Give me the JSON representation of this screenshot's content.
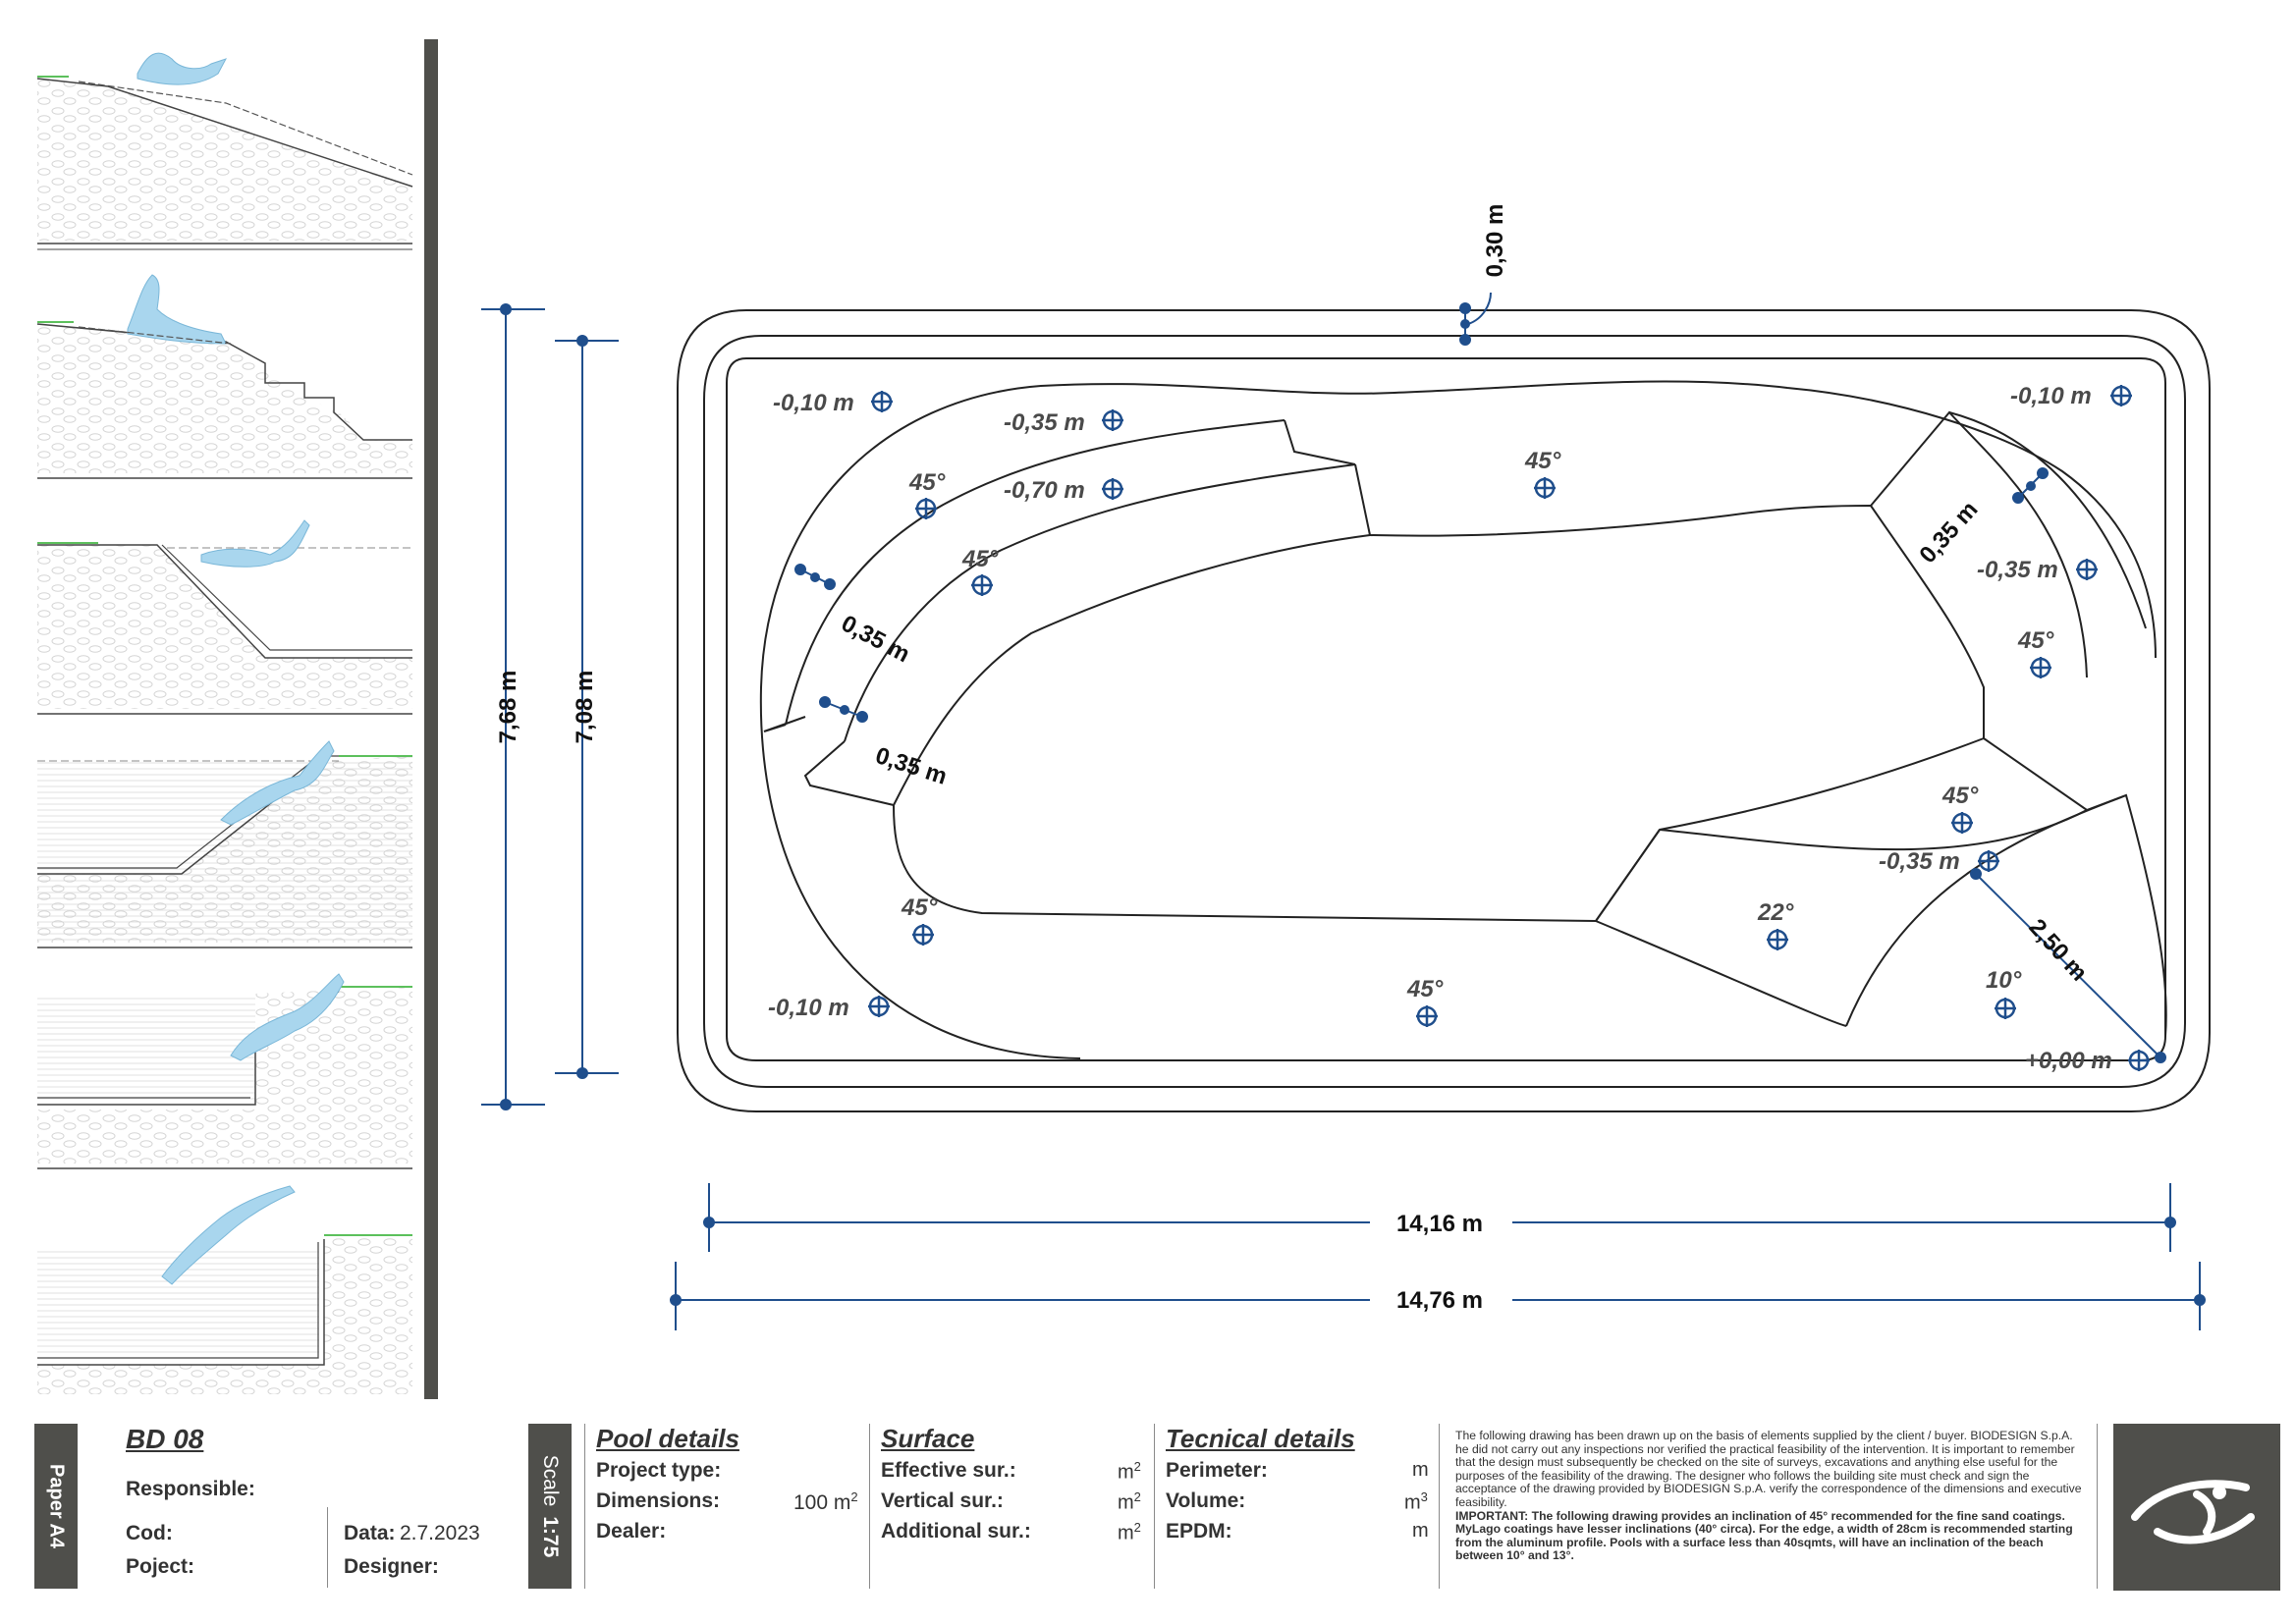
{
  "drawing": {
    "dims": {
      "height_outer": "7,68 m",
      "height_inner": "7,08 m",
      "width_inner": "14,16 m",
      "width_outer": "14,76 m",
      "top_edge": "0,30 m"
    },
    "levels": {
      "tl": "-0,10 m",
      "steps_top": "-0,35 m",
      "steps_mid": "-0,70 m",
      "tr": "-0,10 m",
      "right_mid": "-0,35 m",
      "bl": "-0,10 m",
      "beach_step": "-0,35 m",
      "beach_edge": "+0,00 m"
    },
    "angles": {
      "a1": "45°",
      "a2": "45°",
      "a3": "45°",
      "a4": "45°",
      "a5": "45°",
      "a6": "45°",
      "a7": "45°",
      "a8": "22°",
      "a9": "10°"
    },
    "step_widths": {
      "left_upper": "0,35 m",
      "left_lower": "0,35 m",
      "right_top": "0,35 m",
      "beach_len": "2,50 m"
    }
  },
  "titleblock": {
    "paper": "Paper A4",
    "scale_label": "Scale",
    "scale_value": "1:75",
    "code": "BD 08",
    "responsible_label": "Responsible:",
    "cod_label": "Cod:",
    "project_label": "Poject:",
    "date_label": "Data:",
    "date_value": "2.7.2023",
    "designer_label": "Designer:",
    "pool_details": {
      "title": "Pool details",
      "project_type_label": "Project type:",
      "dimensions_label": "Dimensions:",
      "dimensions_value": "100 m",
      "dimensions_sup": "2",
      "dealer_label": "Dealer:"
    },
    "surface": {
      "title": "Surface",
      "effective_label": "Effective sur.:",
      "vertical_label": "Vertical sur.:",
      "additional_label": "Additional sur.:",
      "unit": "m",
      "unit_sup": "2"
    },
    "technical": {
      "title": "Tecnical details",
      "perimeter_label": "Perimeter:",
      "perimeter_unit": "m",
      "volume_label": "Volume:",
      "volume_unit": "m",
      "volume_sup": "3",
      "epdm_label": "EPDM:",
      "epdm_unit": "m"
    },
    "disclaimer": {
      "p1": "The following drawing has been drawn up on the basis of elements supplied by the client / buyer. BIODESIGN S.p.A. he did not carry out any inspections nor verified the practical feasibility of the intervention. It is important to remember that the design must subsequently be checked on the site of surveys, excavations and anything else useful for the purposes of the feasibility of the drawing. The designer who follows the building site must check and sign the acceptance of the drawing provided by BIODESIGN S.p.A. verify the correspondence of the dimensions and executive feasibility.",
      "p2": "IMPORTANT: The following drawing provides an inclination of 45° recommended for the fine sand coatings. MyLago coatings have lesser inclinations (40° circa). For the edge, a width of 28cm is recommended starting from the aluminum profile. Pools with a surface less than 40sqmts, will have an inclination of the beach between 10° and 13°."
    }
  },
  "colors": {
    "accent": "#1f4e8c",
    "bar": "#4f4f4b",
    "figure": "#a9d6ee",
    "grass": "#5cc05c"
  }
}
